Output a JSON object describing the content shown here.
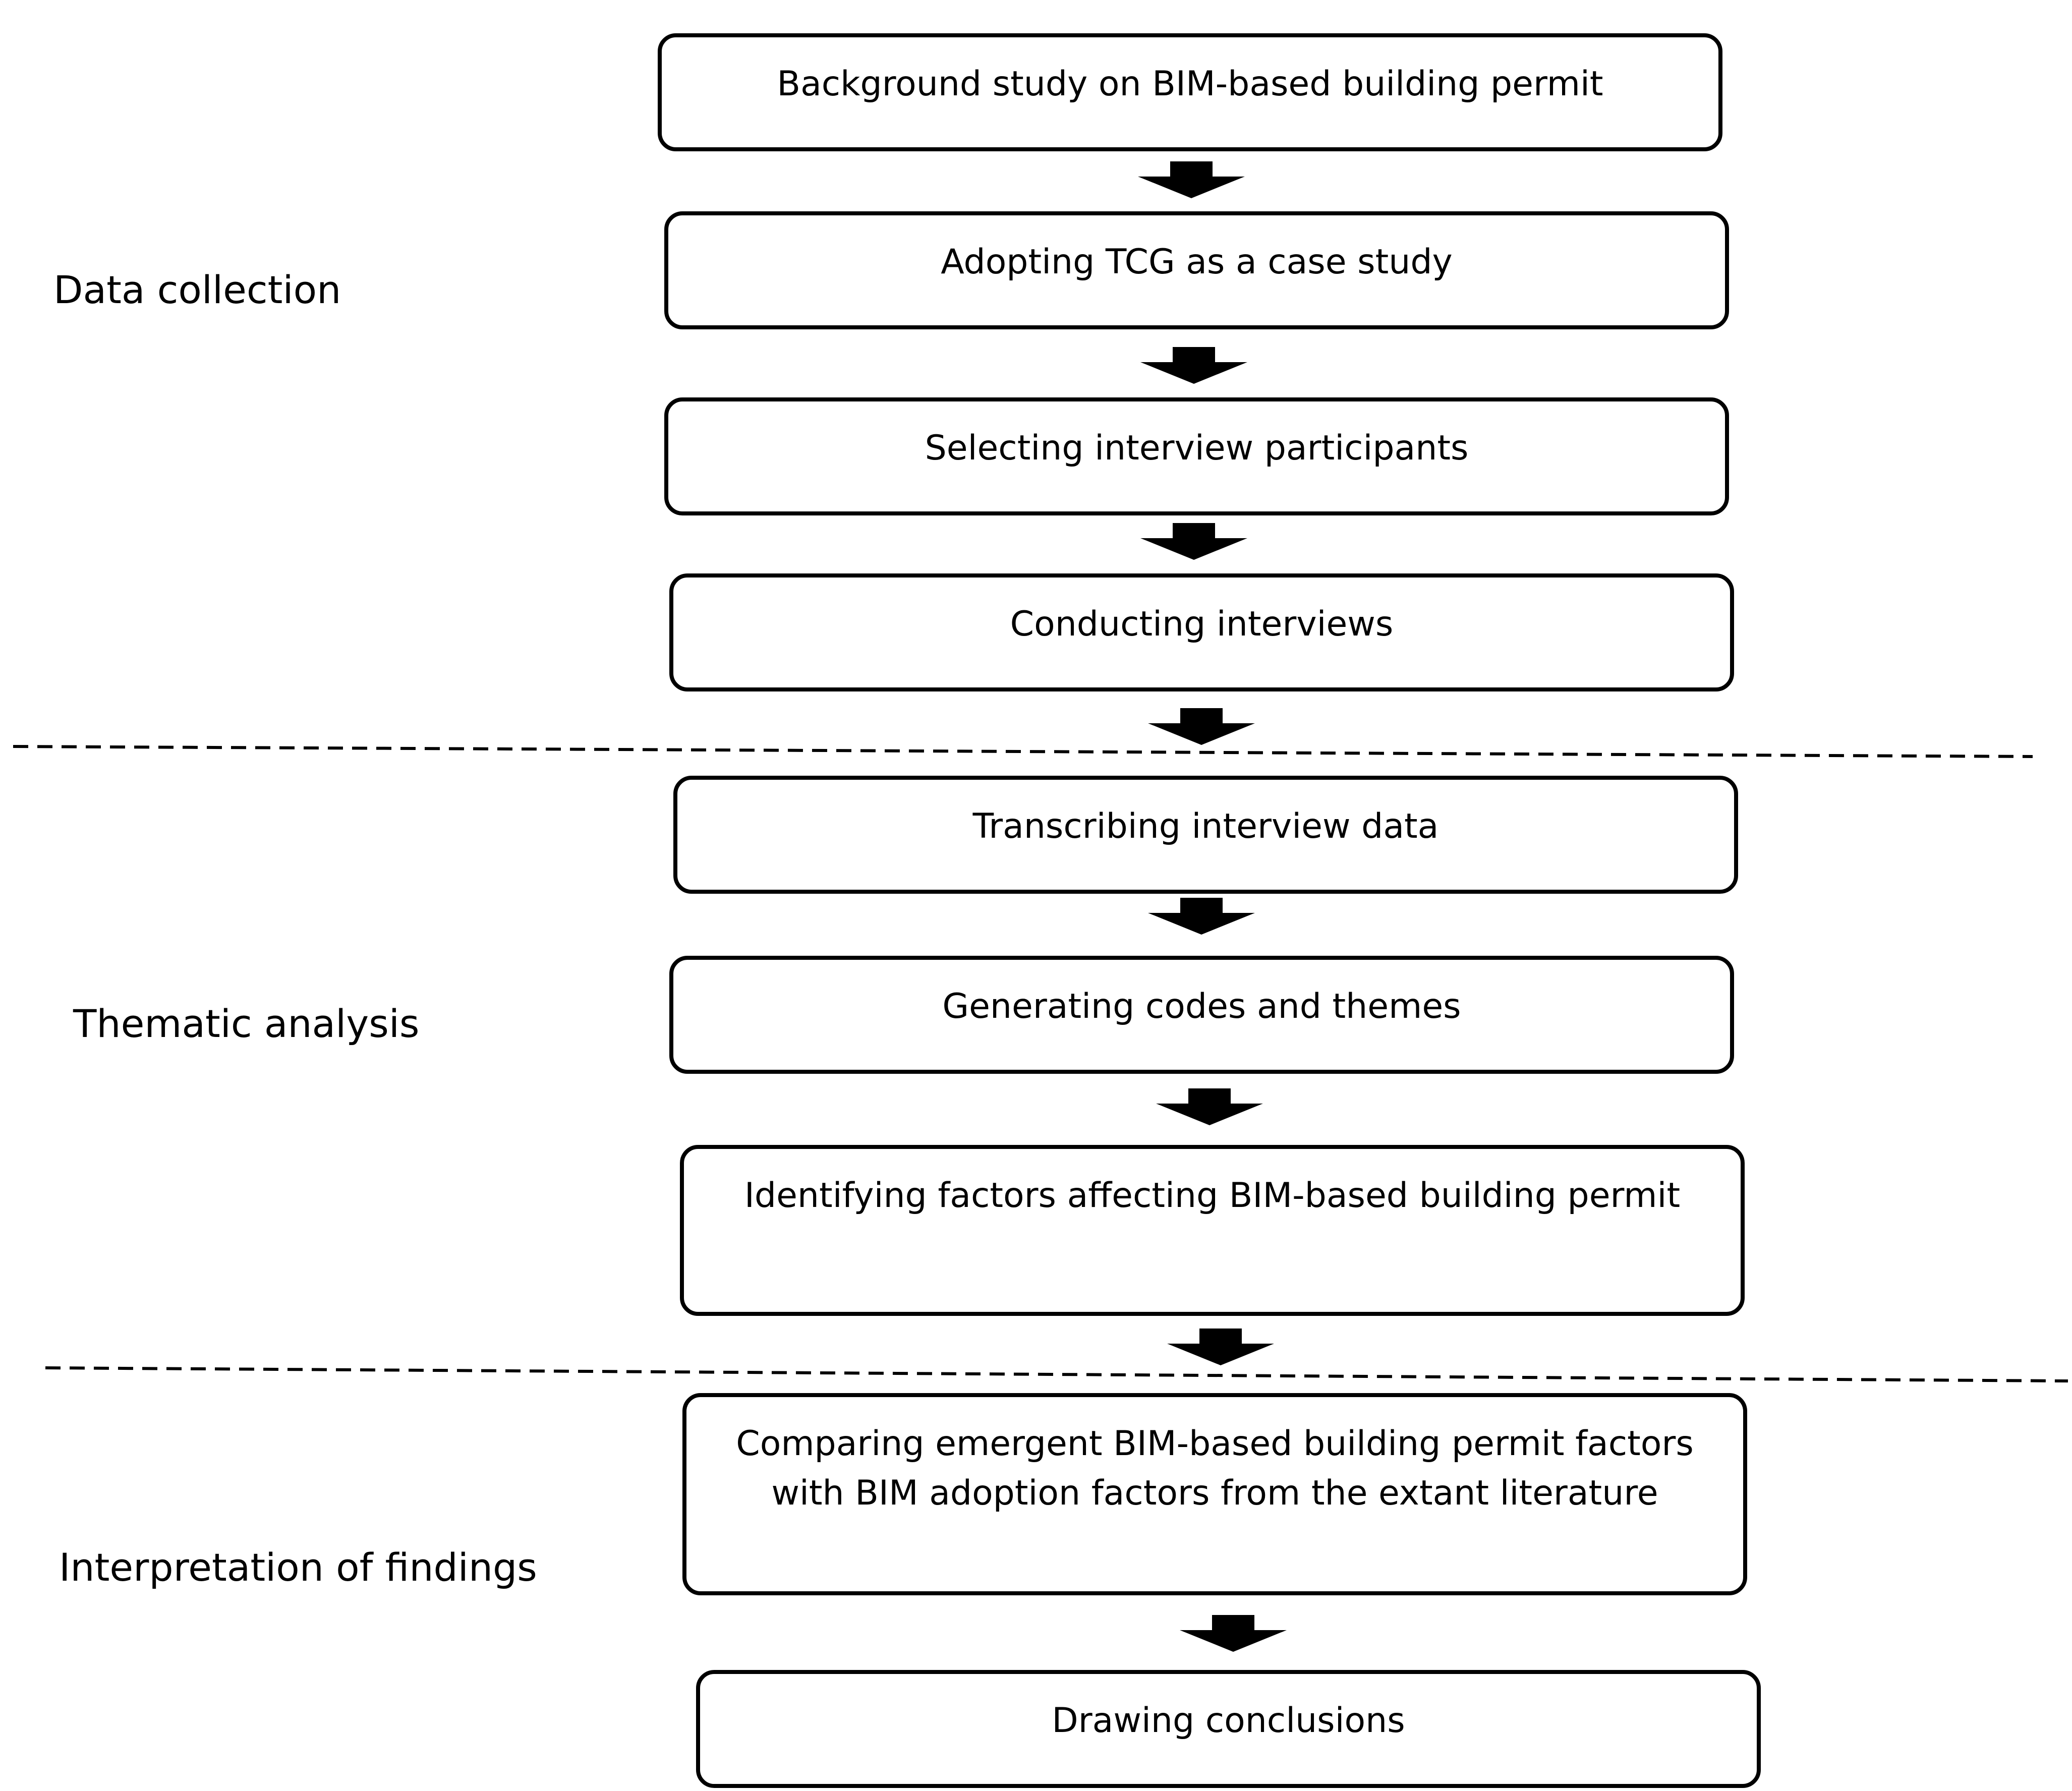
{
  "phases": [
    {
      "id": "data-collection",
      "label": "Data collection"
    },
    {
      "id": "thematic-analysis",
      "label": "Thematic analysis"
    },
    {
      "id": "interpretation",
      "label": "Interpretation of findings"
    }
  ],
  "steps": [
    {
      "id": "background-study",
      "text": "Background study on BIM-based building permit",
      "phase": "data-collection"
    },
    {
      "id": "adopting-tcg",
      "text": "Adopting TCG as a case study",
      "phase": "data-collection"
    },
    {
      "id": "selecting-participants",
      "text": "Selecting interview participants",
      "phase": "data-collection"
    },
    {
      "id": "conducting-interviews",
      "text": "Conducting interviews",
      "phase": "data-collection"
    },
    {
      "id": "transcribing-data",
      "text": "Transcribing interview data",
      "phase": "thematic-analysis"
    },
    {
      "id": "generating-codes",
      "text": "Generating codes and themes",
      "phase": "thematic-analysis"
    },
    {
      "id": "identifying-factors",
      "text": "Identifying factors affecting BIM-based building permit",
      "phase": "thematic-analysis"
    },
    {
      "id": "comparing-factors",
      "text": "Comparing emergent BIM-based building permit factors\nwith BIM adoption factors from the extant literature",
      "phase": "interpretation"
    },
    {
      "id": "drawing-conclusions",
      "text": "Drawing conclusions",
      "phase": "interpretation"
    }
  ],
  "colors": {
    "stroke": "#000000",
    "background": "#ffffff"
  }
}
